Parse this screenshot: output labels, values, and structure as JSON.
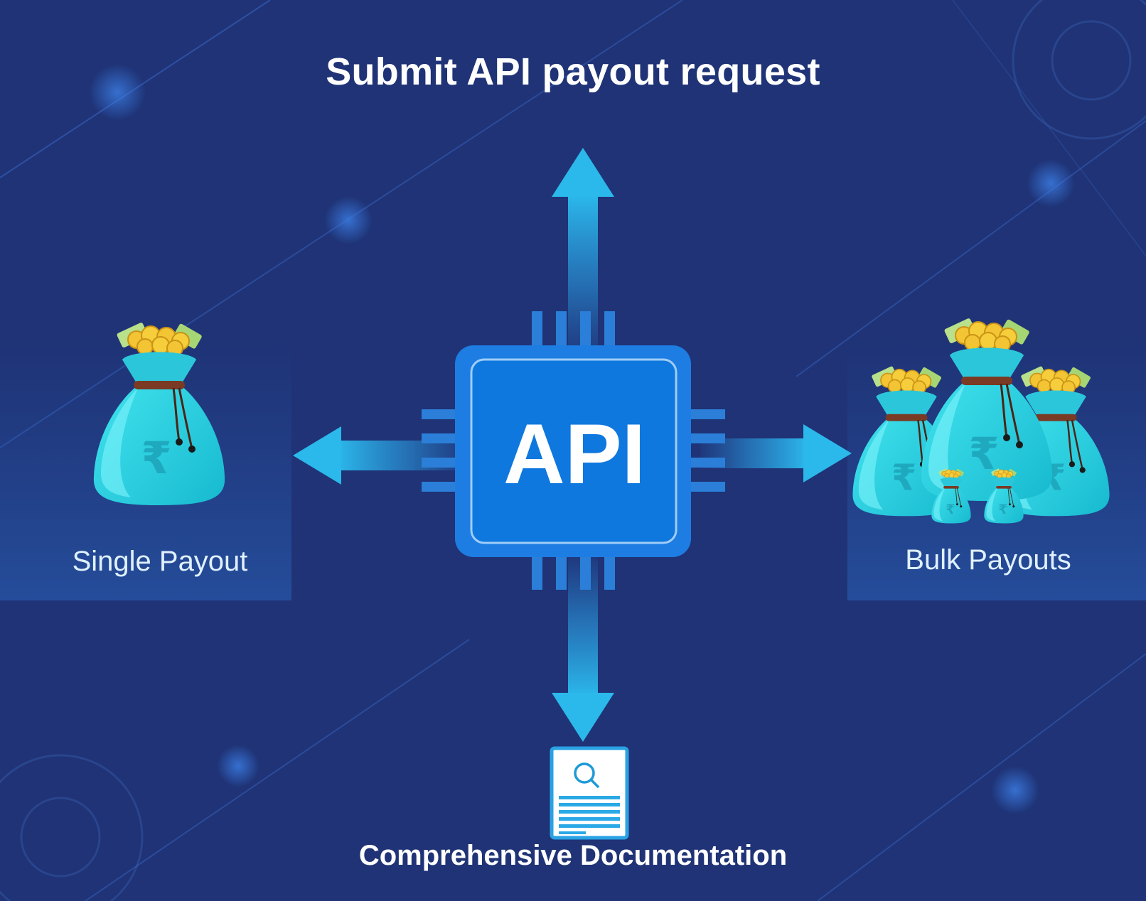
{
  "title": "Submit API payout request",
  "center_chip_label": "API",
  "nodes": {
    "left": {
      "label": "Single Payout",
      "icon": "money-bag-icon"
    },
    "right": {
      "label": "Bulk Payouts",
      "icon": "money-bags-icon"
    },
    "bottom": {
      "label": "Comprehensive Documentation",
      "icon": "document-search-icon"
    }
  },
  "currency_symbol": "₹",
  "colors": {
    "background": "#1f3376",
    "chip": "#1c7be0",
    "arrow": "#2ab0e6",
    "bag": "#2fd6e6",
    "text": "#ffffff"
  }
}
